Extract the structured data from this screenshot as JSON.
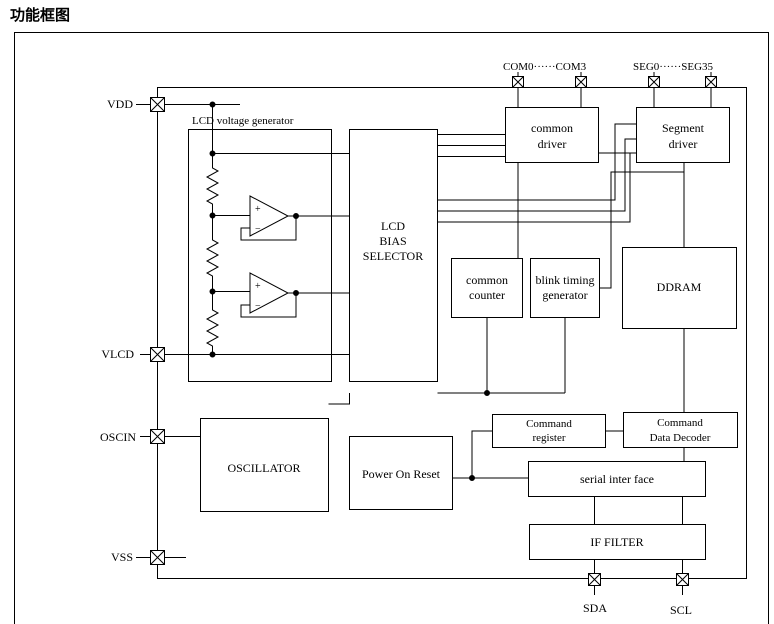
{
  "page": {
    "title": "功能框图"
  },
  "pins": {
    "vdd": "VDD",
    "vlcd": "VLCD",
    "oscin": "OSCIN",
    "vss": "VSS",
    "sda": "SDA",
    "scl": "SCL",
    "com": "COM0······COM3",
    "seg": "SEG0······SEG35"
  },
  "blocks": {
    "lcd_voltage_generator": "LCD voltage generator",
    "lcd_bias_1": "LCD",
    "lcd_bias_2": "BIAS",
    "lcd_bias_3": "SELECTOR",
    "common_driver_1": "common",
    "common_driver_2": "driver",
    "segment_driver_1": "Segment",
    "segment_driver_2": "driver",
    "common_counter_1": "common",
    "common_counter_2": "counter",
    "blink_1": "blink timing",
    "blink_2": "generator",
    "ddram": "DDRAM",
    "oscillator": "OSCILLATOR",
    "power_on_reset": "Power On Reset",
    "command_register_1": "Command",
    "command_register_2": "register",
    "command_decoder_1": "Command",
    "command_decoder_2": "Data Decoder",
    "serial_interface": "serial inter face",
    "if_filter": "IF FILTER"
  },
  "opamp": {
    "plus": "+",
    "minus": "−"
  }
}
